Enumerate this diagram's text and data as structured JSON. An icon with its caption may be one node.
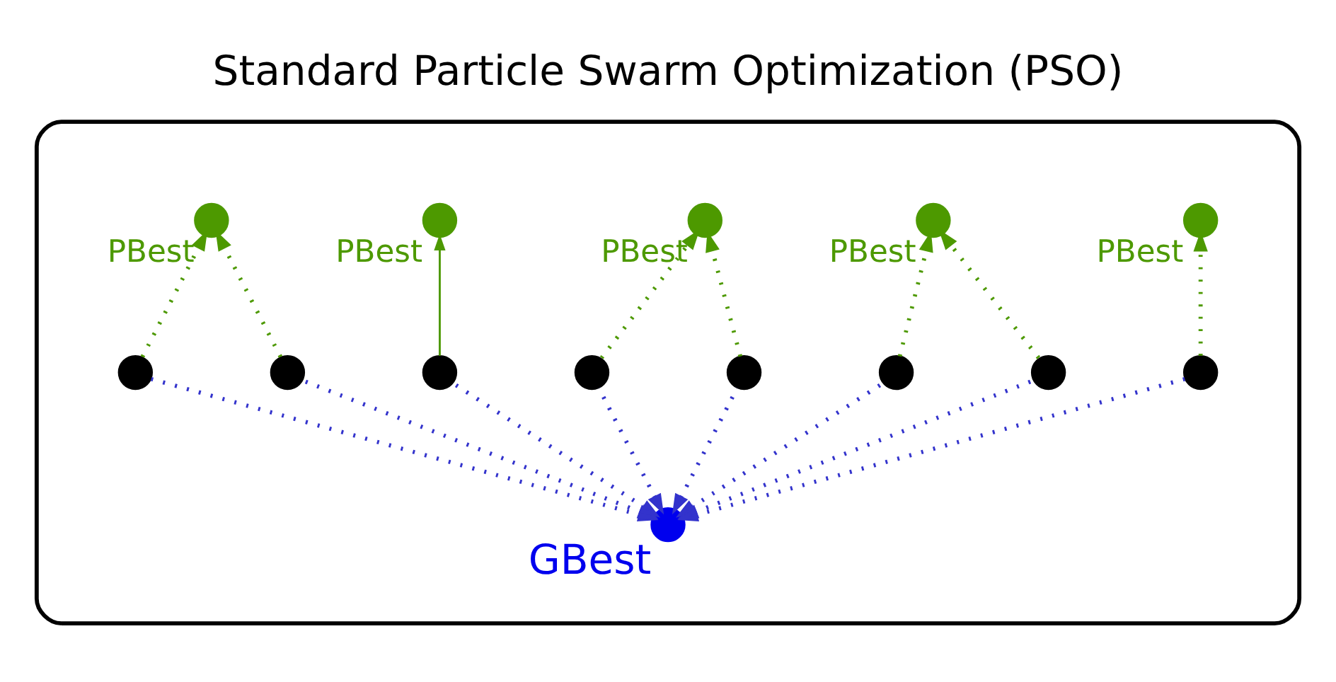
{
  "diagram": {
    "title": "Standard Particle Swarm Optimization (PSO)",
    "nodes": [
      {
        "text": [],
        "shape": "ellipse"
      },
      {
        "text": [],
        "shape": "circle",
        "in": 0,
        "beside": [
          "PBest"
        ]
      },
      {
        "text": [],
        "shape": "circle",
        "in": 0
      },
      {
        "text": [],
        "shape": "circle",
        "in": 0
      },
      {
        "text": [],
        "shape": "circle",
        "in": 0,
        "beside": [
          "PBest"
        ]
      },
      {
        "text": [],
        "shape": "circle",
        "in": 0
      },
      {
        "text": [],
        "shape": "circle",
        "in": 0,
        "beside": [
          "PBest"
        ]
      },
      {
        "text": [],
        "shape": "circle",
        "in": 0
      },
      {
        "text": [],
        "shape": "circle",
        "in": 0
      },
      {
        "text": [],
        "shape": "circle",
        "in": 0,
        "beside": [
          "PBest"
        ]
      },
      {
        "text": [],
        "shape": "circle",
        "in": 0
      },
      {
        "text": [],
        "shape": "circle",
        "in": 0
      },
      {
        "text": [],
        "shape": "circle",
        "in": 0,
        "beside": [
          "PBest"
        ]
      },
      {
        "text": [],
        "shape": "circle",
        "in": 0
      },
      {
        "text": [],
        "shape": "circle",
        "in": 0,
        "beside": [
          "GBest"
        ]
      }
    ],
    "edges": [
      {
        "from": 2,
        "to": 1,
        "arrow": "to",
        "style": "dashed",
        "color": "#4d9900"
      },
      {
        "from": 3,
        "to": 1,
        "arrow": "to",
        "style": "dashed",
        "color": "#4d9900"
      },
      {
        "from": 5,
        "to": 4,
        "arrow": "to",
        "color": "#4d9900"
      },
      {
        "from": 7,
        "to": 6,
        "arrow": "to",
        "style": "dashed",
        "color": "#4d9900"
      },
      {
        "from": 8,
        "to": 6,
        "arrow": "to",
        "style": "dashed",
        "color": "#4d9900"
      },
      {
        "from": 10,
        "to": 9,
        "arrow": "to",
        "style": "dashed",
        "color": "#4d9900"
      },
      {
        "from": 11,
        "to": 9,
        "arrow": "to",
        "style": "dashed",
        "color": "#4d9900"
      },
      {
        "from": 13,
        "to": 12,
        "arrow": "to",
        "style": "dashed",
        "color": "#4d9900"
      },
      {
        "from": 2,
        "to": 14,
        "arrow": "to",
        "style": "dashed",
        "color": "#3333cc"
      },
      {
        "from": 3,
        "to": 14,
        "arrow": "to",
        "style": "dashed",
        "color": "#3333cc"
      },
      {
        "from": 5,
        "to": 14,
        "arrow": "to",
        "style": "dashed",
        "color": "#3333cc"
      },
      {
        "from": 7,
        "to": 14,
        "arrow": "to",
        "style": "dashed",
        "color": "#3333cc"
      },
      {
        "from": 8,
        "to": 14,
        "arrow": "to",
        "style": "dashed",
        "color": "#3333cc"
      },
      {
        "from": 10,
        "to": 14,
        "arrow": "to",
        "style": "dashed",
        "color": "#3333cc"
      },
      {
        "from": 11,
        "to": 14,
        "arrow": "to",
        "style": "dashed",
        "color": "#3333cc"
      },
      {
        "from": 13,
        "to": 14,
        "arrow": "to",
        "style": "dashed",
        "color": "#3333cc"
      }
    ]
  }
}
